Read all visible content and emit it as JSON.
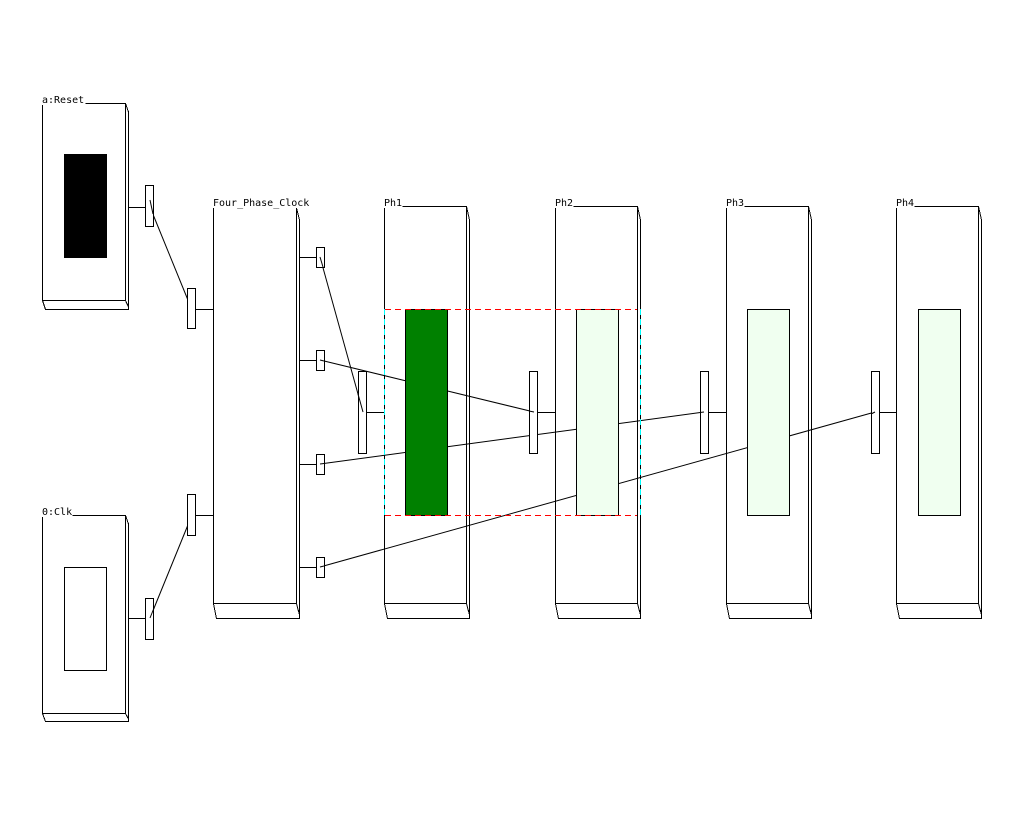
{
  "canvas": {
    "background": "#ffffff"
  },
  "blocks": {
    "reset": {
      "label": "a:Reset",
      "indicator_color": "#000000"
    },
    "clk": {
      "label": "0:Clk",
      "indicator_color": "#ffffff"
    },
    "four_phase_clock": {
      "label": "Four_Phase_Clock"
    },
    "ph1": {
      "label": "Ph1",
      "indicator_color": "#008000"
    },
    "ph2": {
      "label": "Ph2",
      "indicator_color": "#f0fff0"
    },
    "ph3": {
      "label": "Ph3",
      "indicator_color": "#f0fff0"
    },
    "ph4": {
      "label": "Ph4",
      "indicator_color": "#f0fff0"
    }
  },
  "selection": {
    "horizontal_edge_color": "#ff0000",
    "vertical_edge_color": "#00ffff"
  },
  "colors": {
    "outline": "#000000",
    "wire": "#000000"
  }
}
